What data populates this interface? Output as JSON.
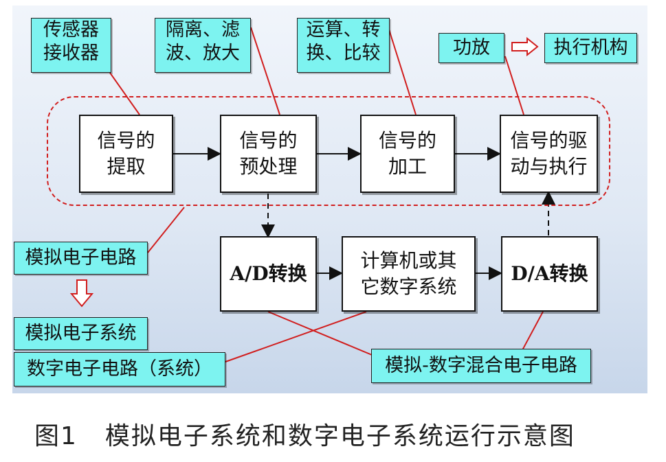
{
  "labels": {
    "sensor": [
      "传感器",
      "接收器"
    ],
    "isolate": [
      "隔离、滤",
      "波、放大"
    ],
    "compute": [
      "运算、转",
      "换、比较"
    ],
    "amp": "功放",
    "actuator": "执行机构",
    "analog_circuit": "模拟电子电路",
    "analog_system": "模拟电子系统",
    "digital_circuit": "数字电子电路（系统）",
    "mixed_circuit": "模拟-数字混合电子电路"
  },
  "blocks": {
    "extract": [
      "信号的",
      "提取"
    ],
    "preprocess": [
      "信号的",
      "预处理"
    ],
    "process": [
      "信号的",
      "加工"
    ],
    "drive": [
      "信号的驱",
      "动与执行"
    ],
    "adc": "A/D转换",
    "computer": [
      "计算机或其",
      "它数字系统"
    ],
    "dac": "D/A转换"
  },
  "caption": {
    "number": "图1",
    "title": "模拟电子系统和数字电子系统运行示意图"
  },
  "colors": {
    "label_fill": "#7df3f0",
    "dashed_outline": "#d11d1d",
    "connector_red": "#d11d1d"
  }
}
